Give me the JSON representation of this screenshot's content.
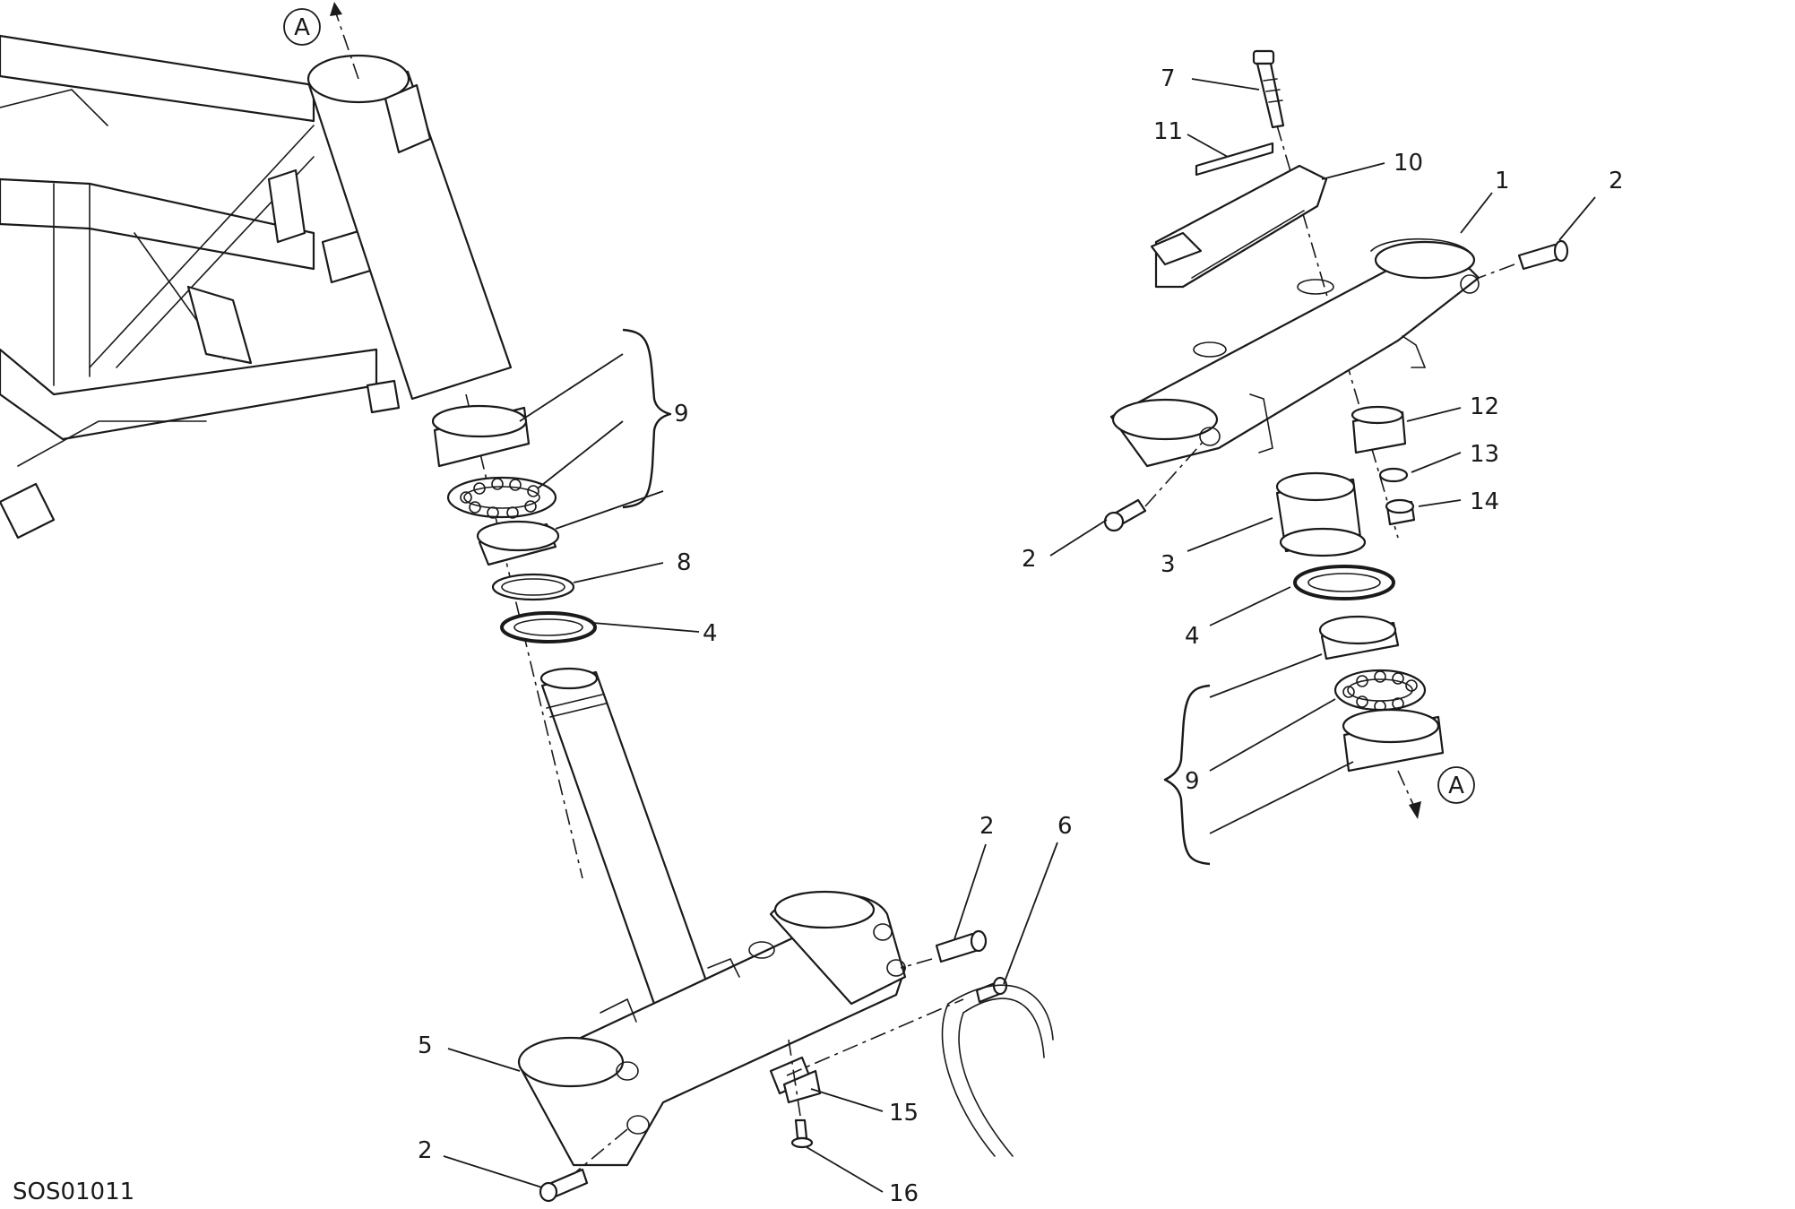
{
  "diagram": {
    "code": "SOS01011",
    "reference_marks": [
      {
        "id": "ref-top-left",
        "label": "A"
      },
      {
        "id": "ref-bottom-right",
        "label": "A"
      }
    ],
    "callouts": [
      {
        "id": "c-9-left",
        "label": "9"
      },
      {
        "id": "c-8",
        "label": "8"
      },
      {
        "id": "c-4-left",
        "label": "4"
      },
      {
        "id": "c-5",
        "label": "5"
      },
      {
        "id": "c-2-bottom-left",
        "label": "2"
      },
      {
        "id": "c-2-bottom-mid",
        "label": "2"
      },
      {
        "id": "c-6",
        "label": "6"
      },
      {
        "id": "c-15",
        "label": "15"
      },
      {
        "id": "c-16",
        "label": "16"
      },
      {
        "id": "c-7",
        "label": "7"
      },
      {
        "id": "c-11",
        "label": "11"
      },
      {
        "id": "c-10",
        "label": "10"
      },
      {
        "id": "c-1",
        "label": "1"
      },
      {
        "id": "c-2-top-right",
        "label": "2"
      },
      {
        "id": "c-12",
        "label": "12"
      },
      {
        "id": "c-13",
        "label": "13"
      },
      {
        "id": "c-14",
        "label": "14"
      },
      {
        "id": "c-2-mid-right",
        "label": "2"
      },
      {
        "id": "c-3",
        "label": "3"
      },
      {
        "id": "c-4-right",
        "label": "4"
      },
      {
        "id": "c-9-right",
        "label": "9"
      }
    ]
  },
  "colors": {
    "line": "#1a1a1a",
    "background": "#ffffff"
  }
}
